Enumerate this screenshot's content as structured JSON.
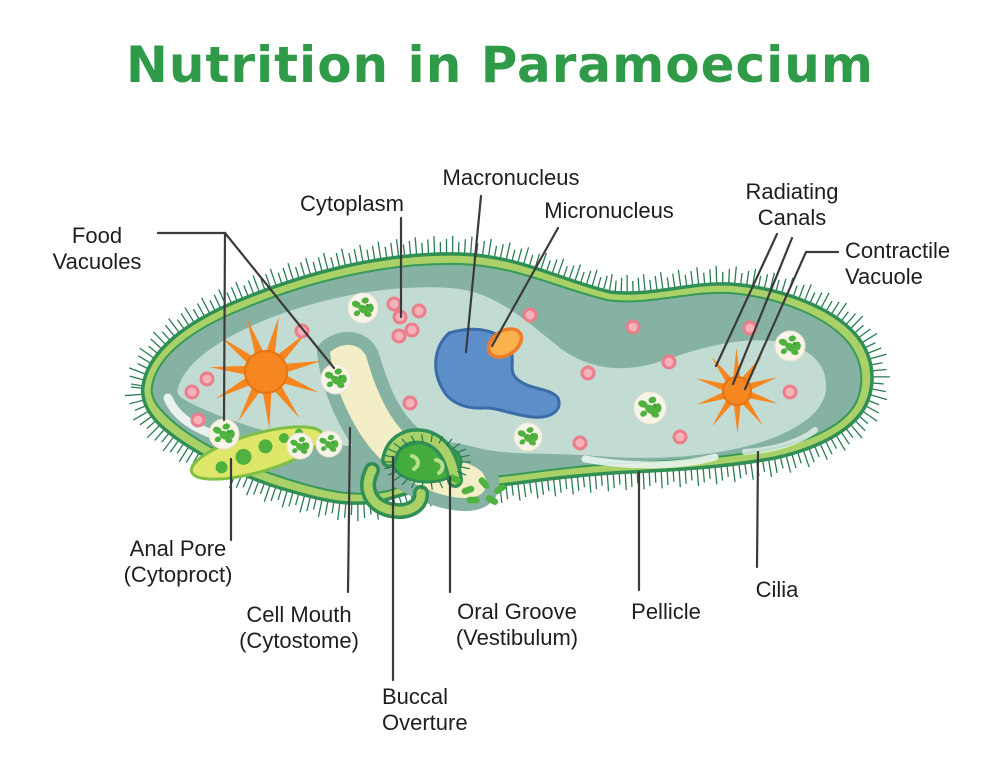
{
  "title": "Nutrition in Paramoecium",
  "labels": {
    "food_vacuoles": "Food\nVacuoles",
    "cytoplasm": "Cytoplasm",
    "macronucleus": "Macronucleus",
    "micronucleus": "Micronucleus",
    "radiating_canals": "Radiating\nCanals",
    "contractile_vacuole": "Contractile\nVacuole",
    "anal_pore": "Anal Pore\n(Cytoproct)",
    "cell_mouth": "Cell Mouth\n(Cytostome)",
    "oral_groove": "Oral Groove\n(Vestibulum)",
    "buccal_overture": "Buccal\nOverture",
    "pellicle": "Pellicle",
    "cilia": "Cilia"
  },
  "colors": {
    "title_green": "#2f9a47",
    "pellicle_band": "#a9d168",
    "outline_green": "#2f8f54",
    "teal_band": "#85b2a3",
    "cytoplasm": "#c2dcd3",
    "star_orange": "#f6861f",
    "macronucleus_blue": "#5c8fca",
    "macronucleus_stroke": "#3c6ca8",
    "micronucleus_orange": "#f9b24e",
    "micronucleus_stroke": "#ed7d2b",
    "vacuole_cream": "#f8f5e8",
    "food_green": "#4fb13e",
    "particle_pink": "#f6b2ba",
    "particle_pink_ring": "#ec7d8b",
    "anal_pore_yellow": "#dfe76a",
    "oral_groove_cream": "#f4eec6",
    "mouth_green": "#44ad3c",
    "cilia_green": "#2a7c52",
    "label_color": "#1e1e1e",
    "leader_line": "#3b3b3b"
  }
}
